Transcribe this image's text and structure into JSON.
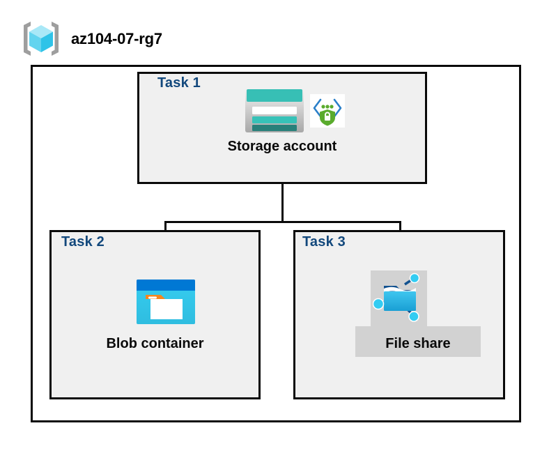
{
  "header": {
    "title": "az104-07-rg7",
    "icon": "resource-group-icon"
  },
  "diagram": {
    "type": "azure-architecture-diagram",
    "container": "resource-group",
    "tasks": [
      {
        "label": "Task 1",
        "node_label": "Storage account",
        "icons": [
          "storage-account-icon",
          "private-endpoint-icon"
        ],
        "highlighted": false
      },
      {
        "label": "Task 2",
        "node_label": "Blob container",
        "icons": [
          "blob-container-icon"
        ],
        "highlighted": false
      },
      {
        "label": "Task 3",
        "node_label": "File share",
        "icons": [
          "file-share-icon"
        ],
        "highlighted": true
      }
    ]
  },
  "colors": {
    "task_label": "#12487c",
    "node_label": "#0a0a0a",
    "task_box_fill": "#f0f0f0",
    "border": "#0a0a0a",
    "selection_highlight": "#d2d2d2",
    "storage_teal": "#37bfb5",
    "storage_teal_dark": "#2a8f87",
    "blob_blue": "#0078d4",
    "blob_cyan": "#32bfe8",
    "folder_tab_orange": "#f7861c",
    "shield_green": "#5aab2d",
    "node_cyan": "#33ccf2",
    "cube_cyan": "#8ee2f5",
    "bracket_gray": "#9e9e9e"
  }
}
